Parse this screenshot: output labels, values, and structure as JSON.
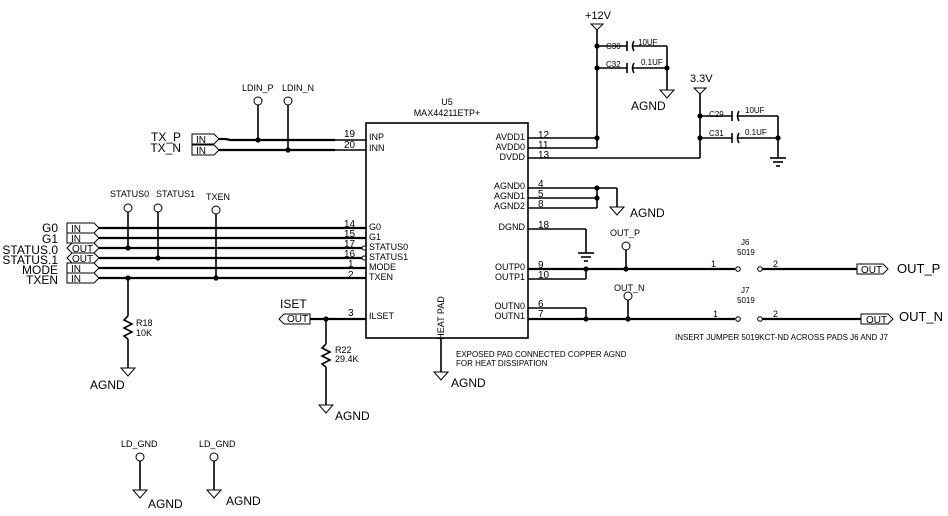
{
  "power": {
    "v12": "+12V",
    "v33": "3.3V",
    "agnd": "AGND"
  },
  "ic": {
    "ref": "U5",
    "part": "MAX44211ETP+",
    "heat_pad": "HEAT PAD",
    "left_pins": [
      {
        "num": "19",
        "name": "INP"
      },
      {
        "num": "20",
        "name": "INN"
      },
      {
        "num": "14",
        "name": "G0"
      },
      {
        "num": "15",
        "name": "G1"
      },
      {
        "num": "17",
        "name": "STATUS0"
      },
      {
        "num": "16",
        "name": "STATUS1"
      },
      {
        "num": "1",
        "name": "MODE"
      },
      {
        "num": "2",
        "name": "TXEN"
      },
      {
        "num": "3",
        "name": "ILSET"
      }
    ],
    "right_pins": [
      {
        "num": "12",
        "name": "AVDD1"
      },
      {
        "num": "11",
        "name": "AVDD0"
      },
      {
        "num": "13",
        "name": "DVDD"
      },
      {
        "num": "4",
        "name": "AGND0"
      },
      {
        "num": "5",
        "name": "AGND1"
      },
      {
        "num": "8",
        "name": "AGND2"
      },
      {
        "num": "18",
        "name": "DGND"
      },
      {
        "num": "9",
        "name": "OUTP0"
      },
      {
        "num": "10",
        "name": "OUTP1"
      },
      {
        "num": "6",
        "name": "OUTN0"
      },
      {
        "num": "7",
        "name": "OUTN1"
      }
    ]
  },
  "caps": [
    {
      "ref": "C30",
      "value": "10UF"
    },
    {
      "ref": "C32",
      "value": "0.1UF"
    },
    {
      "ref": "C29",
      "value": "10UF"
    },
    {
      "ref": "C31",
      "value": "0.1UF"
    }
  ],
  "ports_in": [
    {
      "net": "TX_P",
      "dir": "IN"
    },
    {
      "net": "TX_N",
      "dir": "IN"
    },
    {
      "net": "G0",
      "dir": "IN"
    },
    {
      "net": "G1",
      "dir": "IN"
    },
    {
      "net": "STATUS.0",
      "dir": "OUT"
    },
    {
      "net": "STATUS.1",
      "dir": "OUT"
    },
    {
      "net": "MODE",
      "dir": "IN"
    },
    {
      "net": "TXEN",
      "dir": "IN"
    }
  ],
  "testpoints": {
    "ldin_p": "LDIN_P",
    "ldin_n": "LDIN_N",
    "status0": "STATUS0",
    "status1": "STATUS1",
    "txen": "TXEN",
    "out_p": "OUT_P",
    "out_n": "OUT_N",
    "ld_gnd": "LD_GND"
  },
  "resistors": [
    {
      "ref": "R18",
      "value": "10K"
    },
    {
      "ref": "R22",
      "value": "29.4K"
    }
  ],
  "iset": {
    "net": "ISET",
    "dir": "OUT"
  },
  "jumpers": [
    {
      "ref": "J6",
      "part": "5019",
      "pin1": "1",
      "pin2": "2"
    },
    {
      "ref": "J7",
      "part": "5019",
      "pin1": "1",
      "pin2": "2"
    }
  ],
  "outputs": [
    {
      "net": "OUT_P",
      "dir": "OUT"
    },
    {
      "net": "OUT_N",
      "dir": "OUT"
    }
  ],
  "notes": {
    "pad_line1": "EXPOSED PAD CONNECTED COPPER AGND",
    "pad_line2": "FOR HEAT DISSIPATION",
    "jumper": "INSERT JUMPER 5019KCT-ND ACROSS PADS J6 AND J7"
  }
}
